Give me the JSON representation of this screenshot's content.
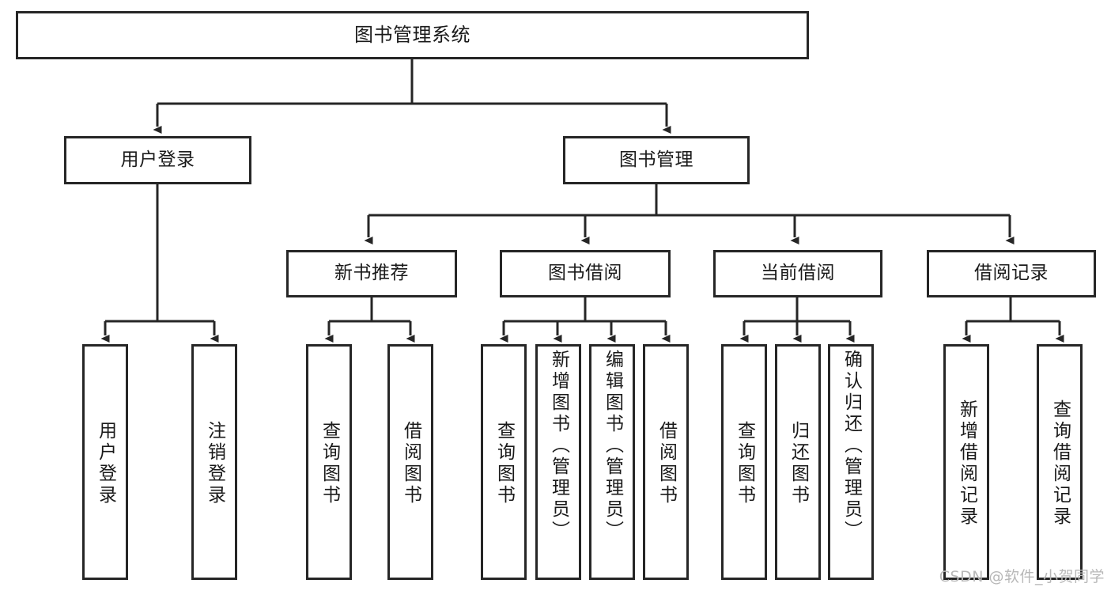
{
  "diagram": {
    "title": "图书管理系统",
    "type": "tree-hierarchy-functional-decomposition",
    "line_color": "#262626",
    "box_fill": "#ffffff",
    "text_color": "#1a1a1a",
    "levels": {
      "root": {
        "label": "图书管理系统"
      },
      "level2": [
        {
          "label": "用户登录"
        },
        {
          "label": "图书管理"
        }
      ],
      "level3": [
        {
          "label": "新书推荐"
        },
        {
          "label": "图书借阅"
        },
        {
          "label": "当前借阅"
        },
        {
          "label": "借阅记录"
        }
      ],
      "level4": [
        {
          "label": "用户登录"
        },
        {
          "label": "注销登录"
        },
        {
          "label": "查询图书"
        },
        {
          "label": "借阅图书"
        },
        {
          "label": "查询图书"
        },
        {
          "label": "新增图书（管理员）"
        },
        {
          "label": "编辑图书（管理员）"
        },
        {
          "label": "借阅图书"
        },
        {
          "label": "查询图书"
        },
        {
          "label": "归还图书"
        },
        {
          "label": "确认归还（管理员）"
        },
        {
          "label": "新增借阅记录"
        },
        {
          "label": "查询借阅记录"
        }
      ]
    }
  },
  "watermark": {
    "text": "CSDN @软件_小贺同学",
    "color": "#b8b8b8"
  }
}
